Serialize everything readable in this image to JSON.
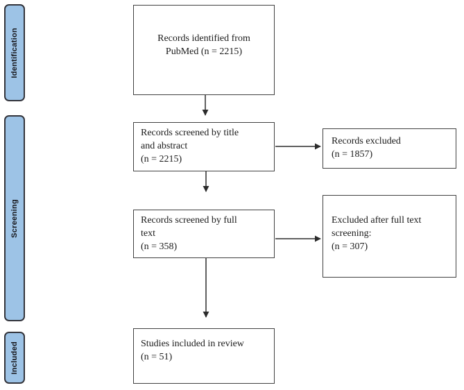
{
  "flow": {
    "sidebar": [
      {
        "label": "Identification"
      },
      {
        "label": "Screening"
      },
      {
        "label": "Included"
      }
    ],
    "main_boxes": [
      {
        "lines": [
          "Records identified from",
          "PubMed (n = 2215)"
        ]
      },
      {
        "lines": [
          "Records screened by title",
          "and abstract",
          "(n = 2215)"
        ]
      },
      {
        "lines": [
          "Records screened by full",
          "text",
          "(n = 358)"
        ]
      },
      {
        "lines": [
          "Studies included in review",
          "(n = 51)"
        ]
      }
    ],
    "side_boxes": [
      {
        "lines": [
          "Records excluded",
          "(n = 1857)"
        ]
      },
      {
        "lines": [
          "Excluded after full text",
          "screening:",
          "(n = 307)"
        ]
      }
    ],
    "counts": {
      "identified": 2215,
      "screened_title_abstract": 2215,
      "excluded_title_abstract": 1857,
      "screened_full_text": 358,
      "excluded_full_text": 307,
      "included_in_review": 51
    },
    "colors": {
      "stage_fill": "#9DC3E6",
      "stage_border": "#33343B",
      "box_border": "#404040",
      "arrow": "#2b2b2b",
      "text": "#1a1a1a",
      "background": "#ffffff"
    }
  }
}
